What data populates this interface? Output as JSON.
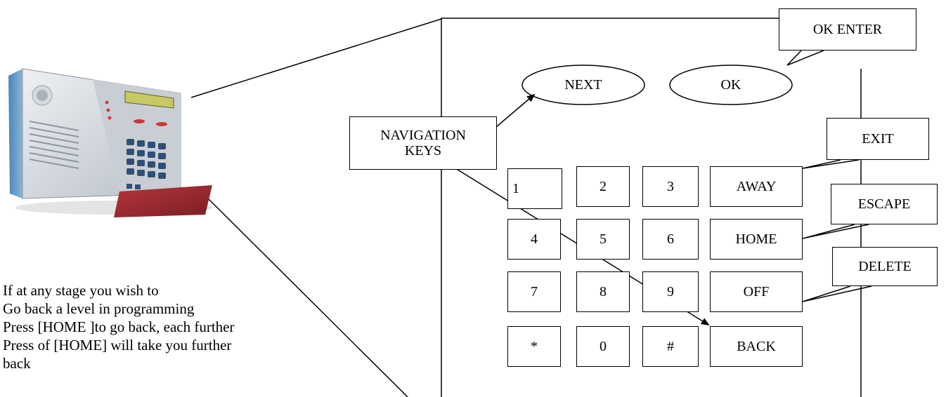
{
  "keypad": {
    "nav_keys": [
      "NEXT",
      "OK"
    ],
    "rows": [
      [
        "1",
        "2",
        "3",
        "AWAY"
      ],
      [
        "4",
        "5",
        "6",
        "HOME"
      ],
      [
        "7",
        "8",
        "9",
        "OFF"
      ],
      [
        "*",
        "0",
        "#",
        "BACK"
      ]
    ]
  },
  "callouts": {
    "navigation": "NAVIGATION\nKEYS",
    "ok_enter": "OK ENTER",
    "exit": "EXIT",
    "escape": "ESCAPE",
    "delete": "DELETE"
  },
  "note": "If at any stage you wish to\nGo back a level in programming\nPress [HOME ]to go back, each further\nPress of [HOME] will take you further\nback"
}
